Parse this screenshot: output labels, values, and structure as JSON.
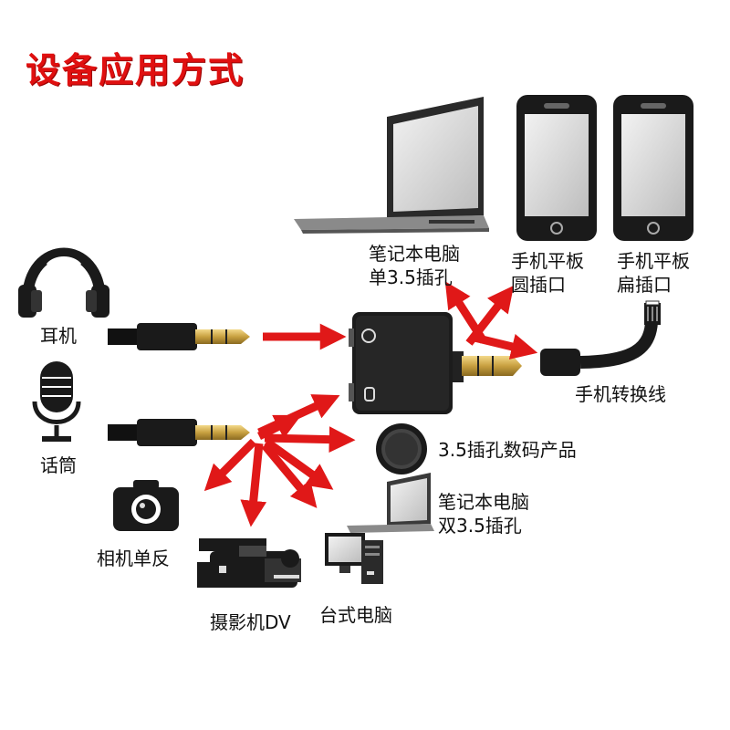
{
  "title": "设备应用方式",
  "labels": {
    "earphone": "耳机",
    "microphone": "话筒",
    "laptop_single_line1": "笔记本电脑",
    "laptop_single_line2": "单3.5插孔",
    "phone_round_line1": "手机平板",
    "phone_round_line2": "圆插口",
    "phone_flat_line1": "手机平板",
    "phone_flat_line2": "扁插口",
    "phone_cable": "手机转换线",
    "digital_product": "3.5插孔数码产品",
    "laptop_dual_line1": "笔记本电脑",
    "laptop_dual_line2": "双3.5插孔",
    "camera": "相机单反",
    "camcorder": "摄影机DV",
    "desktop": "台式电脑"
  },
  "colors": {
    "title": "#e01010",
    "arrow": "#e01818",
    "device_dark": "#1a1a1a",
    "plug_gold": "#c8a040"
  },
  "icons": [
    "headphones-icon",
    "microphone-icon",
    "laptop-icon",
    "smartphone-icon",
    "adapter-icon",
    "audio-plug-icon",
    "usb-cable-icon",
    "disc-icon",
    "camera-icon",
    "camcorder-icon",
    "desktop-icon"
  ]
}
